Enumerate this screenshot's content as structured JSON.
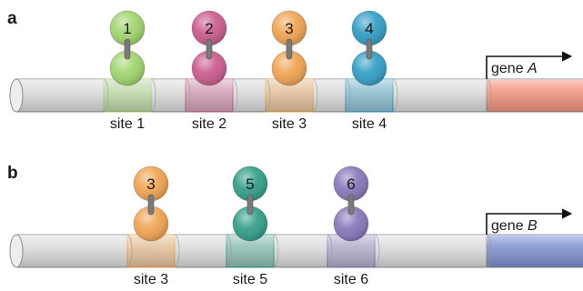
{
  "panels": [
    {
      "panel_label": "a",
      "gene": {
        "prefix": "gene ",
        "name": "A",
        "color": "#f2927e"
      },
      "sites": [
        {
          "protein": "1",
          "site_label": "site 1",
          "color": "#9fd36a"
        },
        {
          "protein": "2",
          "site_label": "site 2",
          "color": "#c9588b"
        },
        {
          "protein": "3",
          "site_label": "site 3",
          "color": "#f0a24f"
        },
        {
          "protein": "4",
          "site_label": "site 4",
          "color": "#2e9cc4"
        }
      ]
    },
    {
      "panel_label": "b",
      "gene": {
        "prefix": "gene ",
        "name": "B",
        "color": "#7d8fcf"
      },
      "sites": [
        {
          "protein": "3",
          "site_label": "site 3",
          "color": "#f0a24f"
        },
        {
          "protein": "5",
          "site_label": "site 5",
          "color": "#2f9c86"
        },
        {
          "protein": "6",
          "site_label": "site 6",
          "color": "#8574b8"
        }
      ]
    }
  ],
  "colors": {
    "dna": "#dcdcdc",
    "dna_edge": "#8c8c8c",
    "stalk": "#7a7a7a"
  }
}
